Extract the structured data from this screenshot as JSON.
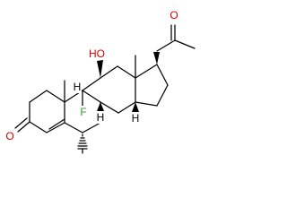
{
  "molecule": {
    "atoms": [
      {
        "label": "HO",
        "color": "#d40000"
      },
      {
        "label": "O",
        "color": "#d40000"
      },
      {
        "label": "O",
        "color": "#d40000"
      },
      {
        "label": "F",
        "color": "#339933"
      },
      {
        "label": "H",
        "color": "#000000"
      },
      {
        "label": "H",
        "color": "#000000"
      },
      {
        "label": "H",
        "color": "#000000"
      }
    ]
  }
}
